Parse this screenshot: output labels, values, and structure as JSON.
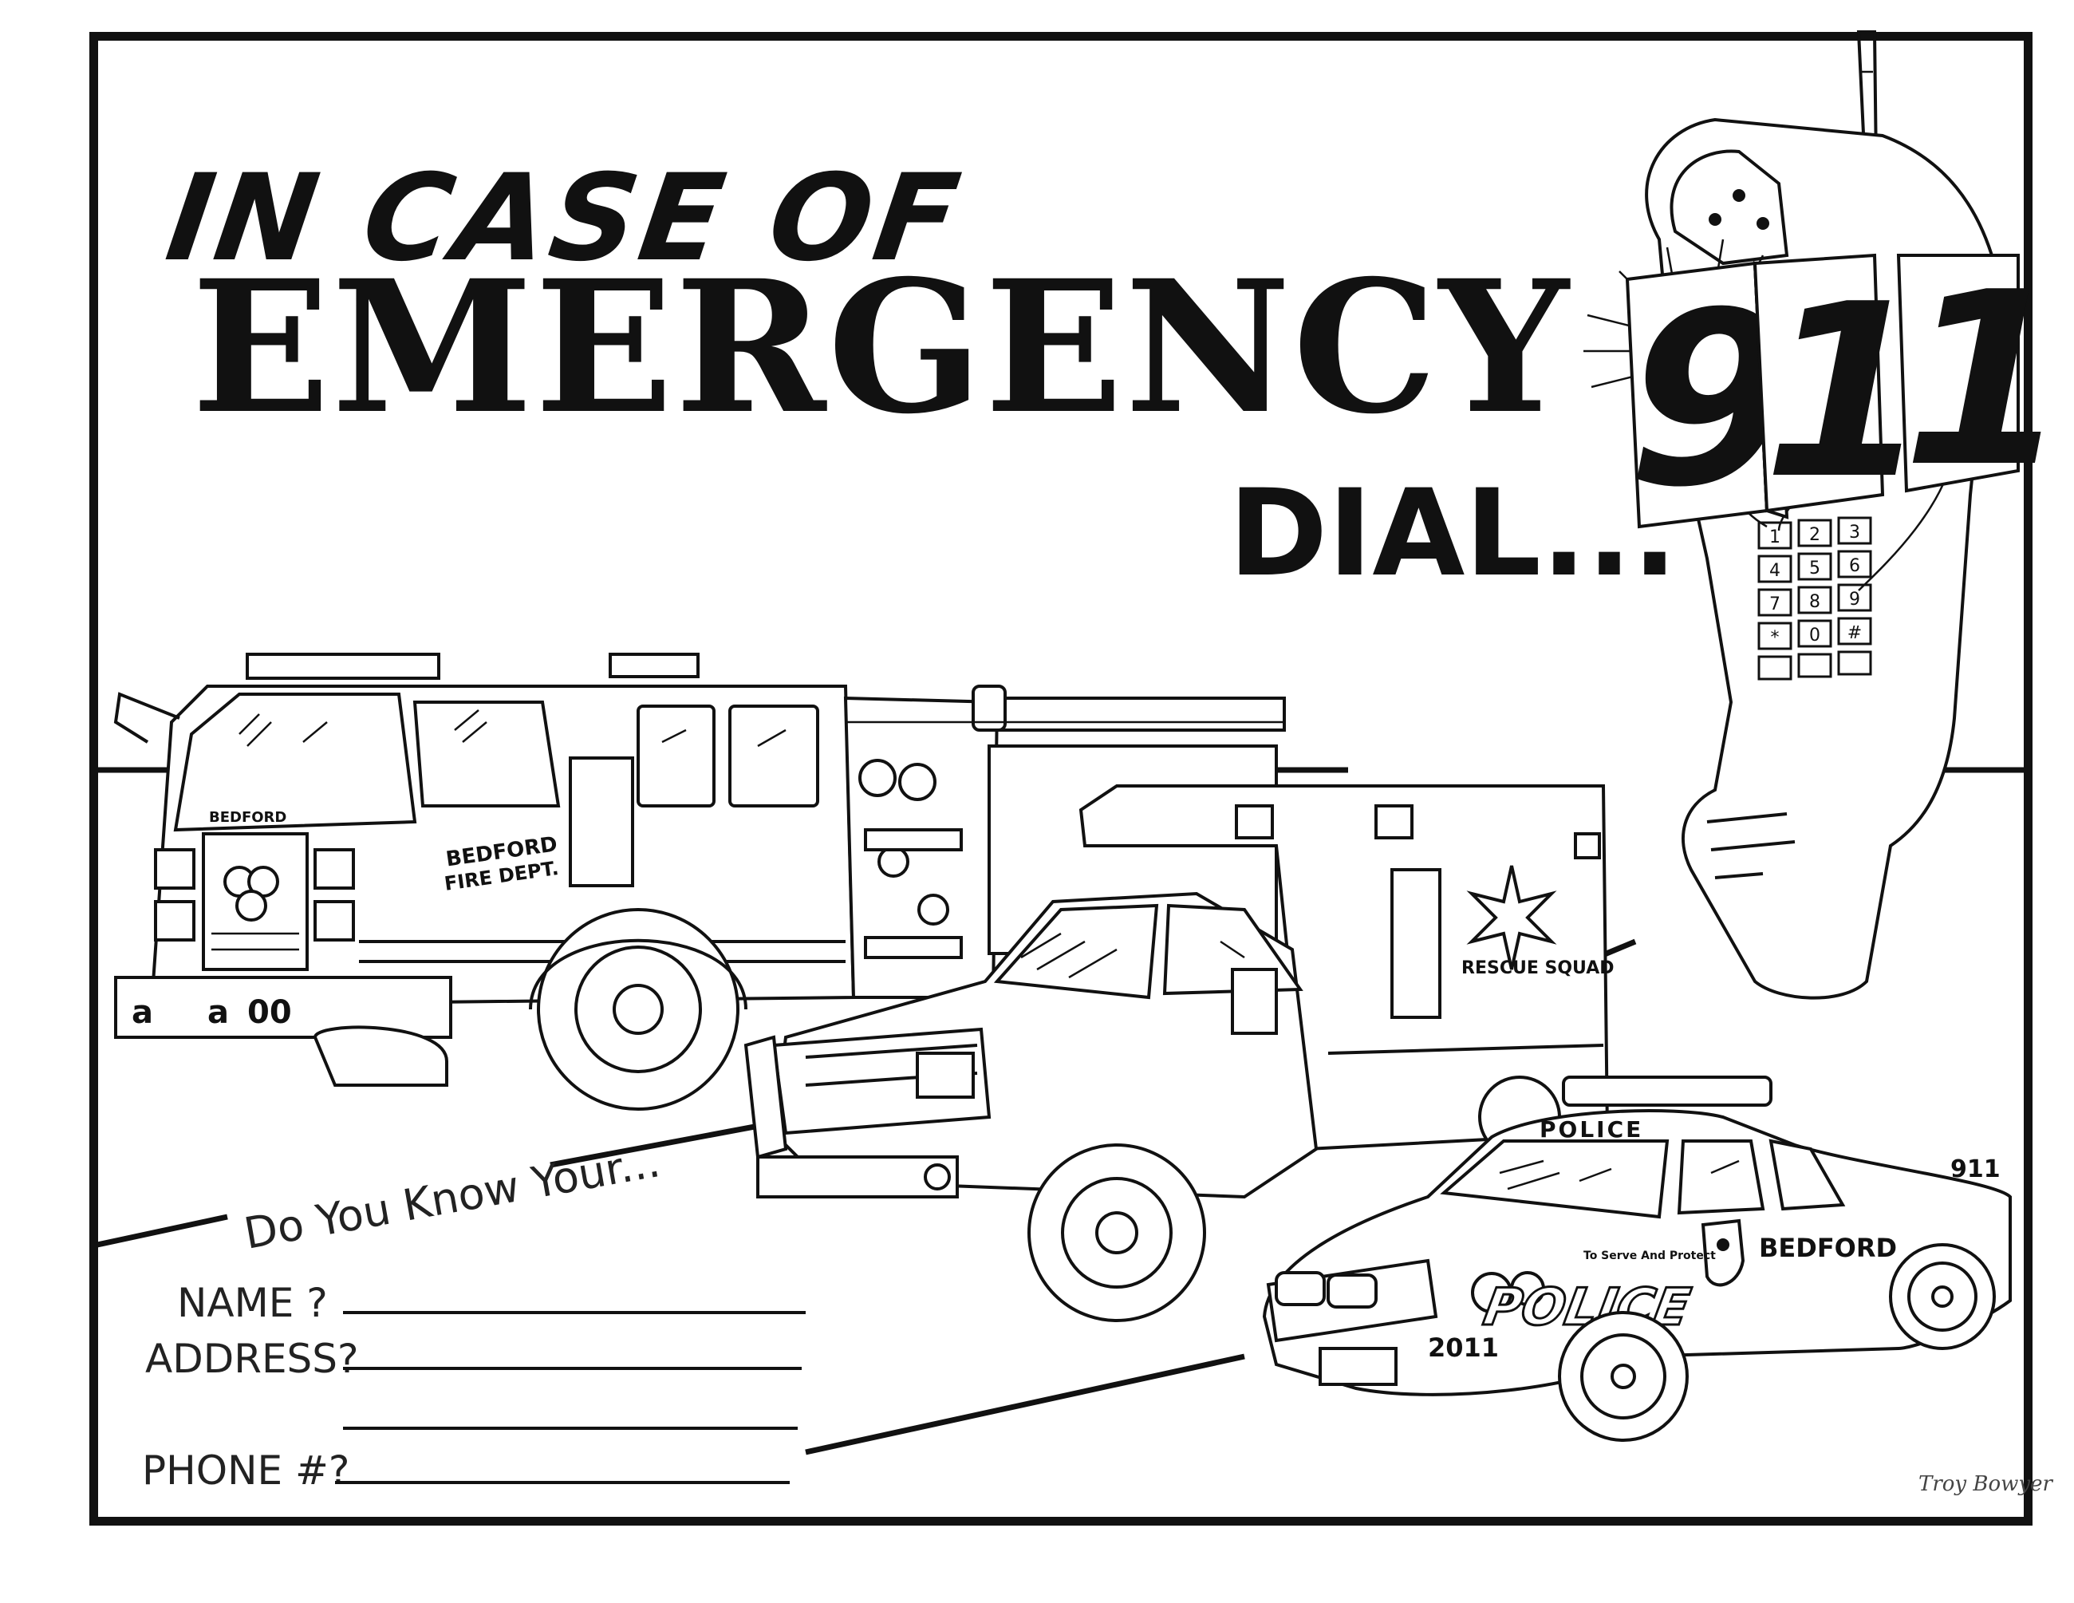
{
  "headline": {
    "line1": "IN CASE OF",
    "line2": "EMERGENCY",
    "line3": "DIAL...",
    "number_digits": [
      "9",
      "1",
      "1"
    ]
  },
  "form": {
    "intro": "Do You Know Your...",
    "fields": [
      {
        "label": "NAME ?"
      },
      {
        "label": "ADDRESS?"
      },
      {
        "label": "PHONE #?"
      }
    ]
  },
  "phone_keypad": [
    "1",
    "2",
    "3",
    "4",
    "5",
    "6",
    "7",
    "8",
    "9",
    "*",
    "0",
    "#"
  ],
  "vehicles": {
    "fire_truck": {
      "text": "BEDFORD FIRE DEPT.",
      "line1": "BEDFORD",
      "line2": "FIRE DEPT.",
      "grille": "BEDFORD",
      "rear_codes": [
        "a",
        "a",
        "00"
      ]
    },
    "ambulance": {
      "text": "RESCUE SQUAD"
    },
    "police_car": {
      "top": "POLICE",
      "brand": "BEDFORD",
      "word": "POLICE",
      "unit": "911",
      "plate": "2011",
      "motto": "To Serve And Protect"
    }
  },
  "signature": "Troy Bowyer",
  "colors": {
    "ink": "#111111",
    "paper": "#ffffff"
  }
}
